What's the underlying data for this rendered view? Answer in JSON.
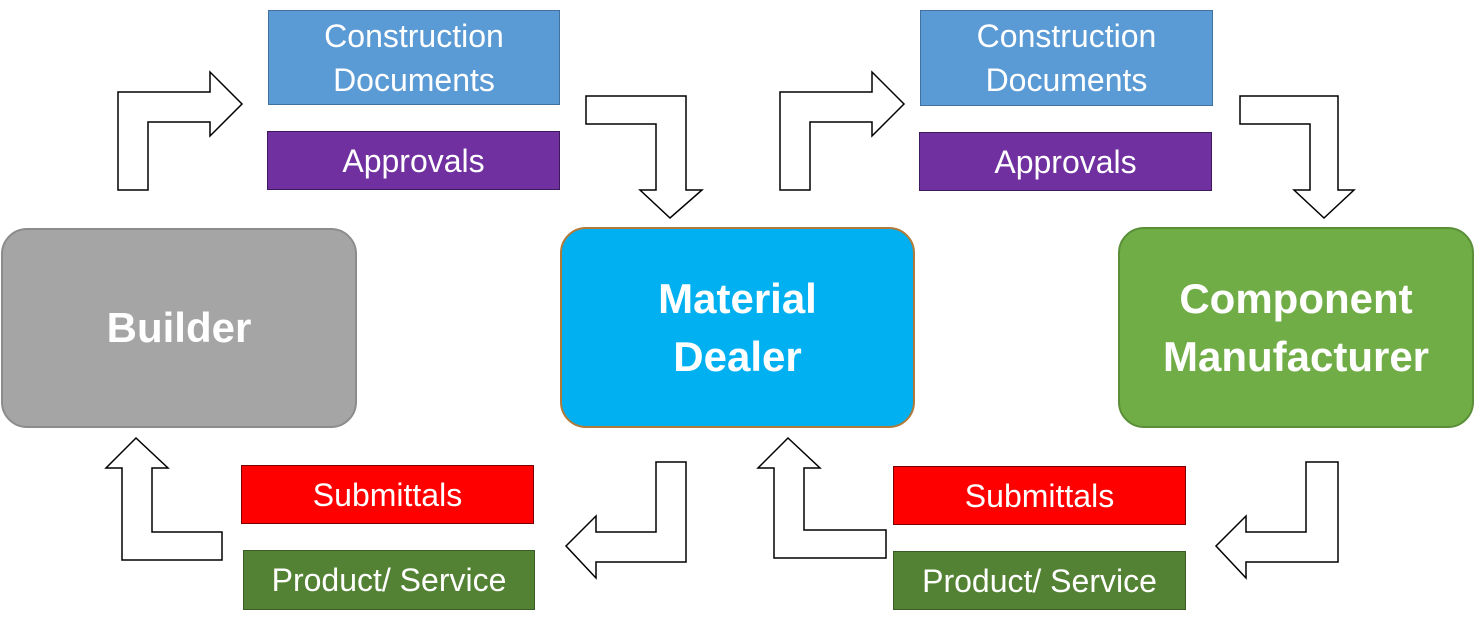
{
  "nodes": {
    "builder": "Builder",
    "dealer": "Material\nDealer",
    "manufacturer": "Component\nManufacturer"
  },
  "left_top": {
    "documents": "Construction\nDocuments",
    "approvals": "Approvals"
  },
  "right_top": {
    "documents": "Construction\nDocuments",
    "approvals": "Approvals"
  },
  "left_bottom": {
    "submittals": "Submittals",
    "product": "Product/ Service"
  },
  "right_bottom": {
    "submittals": "Submittals",
    "product": "Product/ Service"
  },
  "colors": {
    "builder": "#a5a5a5",
    "dealer": "#00b0f0",
    "manufacturer": "#70ad47",
    "documents": "#5b9bd5",
    "approvals": "#7030a0",
    "submittals": "#ff0000",
    "product": "#548235"
  }
}
